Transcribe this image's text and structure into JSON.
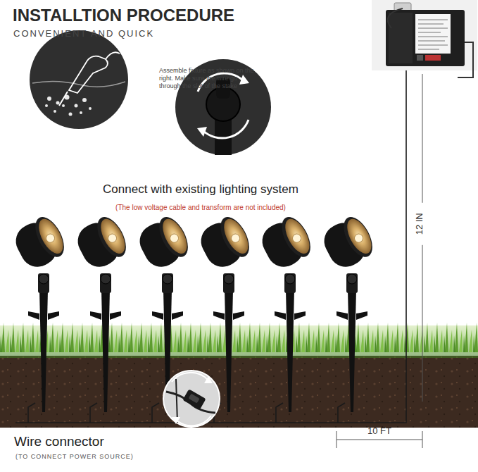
{
  "diagram": {
    "title": "INSTALLTION PROCEDURE",
    "labels": [
      "CONVENIENT AND QUICK",
      "Assemble fixture as shown on the right. Make sure the wire go through the slot of the stake",
      "Connect with existing lighting system",
      "(The low voltage cable and transform are not included)",
      "12 IN",
      "Wire connector",
      "(TO CONNECT POWER SOURCE)",
      "10 FT"
    ]
  }
}
